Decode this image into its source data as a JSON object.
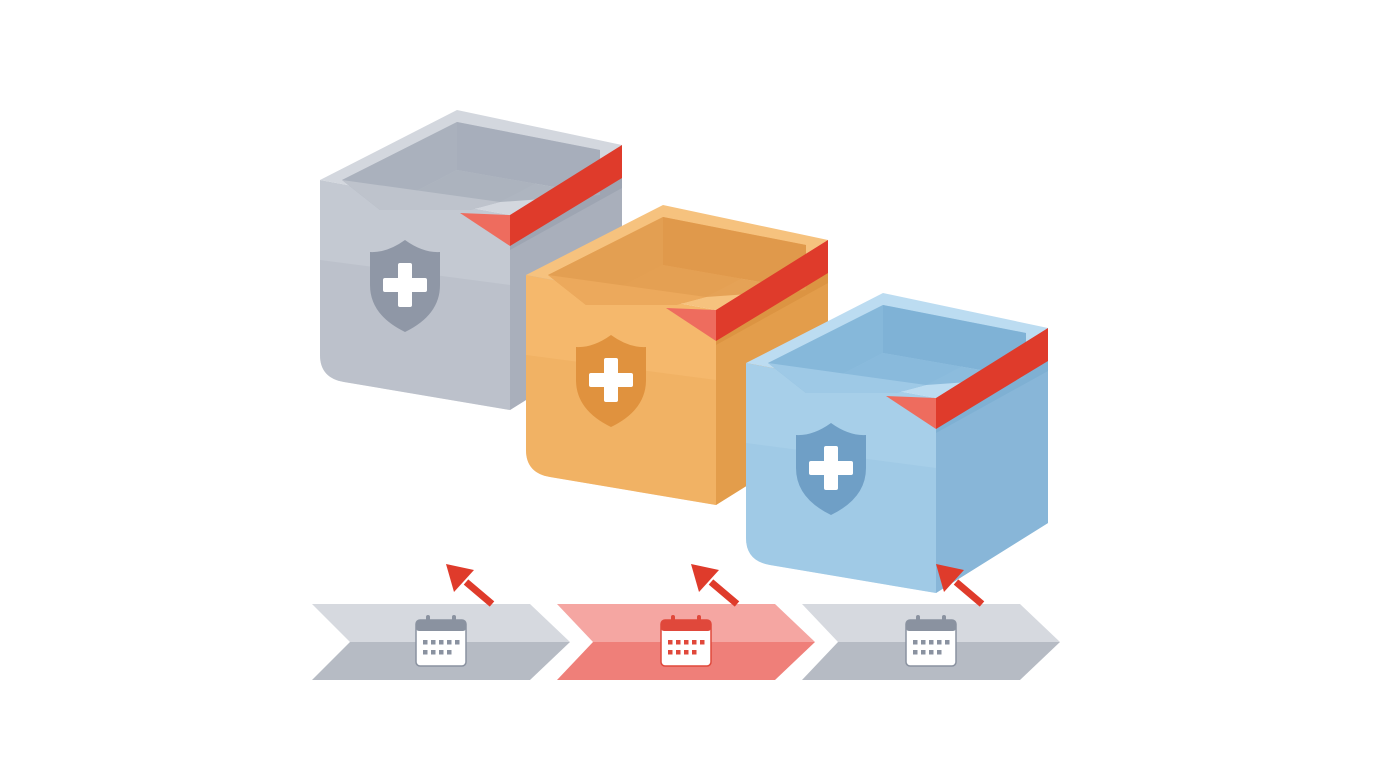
{
  "diagram": {
    "boxes": [
      {
        "id": "gray",
        "icon": "shield-plus-icon",
        "colors": {
          "front": "#c4c9d2",
          "front_shade": "#b3b9c3",
          "side": "#9ea5b2",
          "side_shade": "#b0b6c1",
          "rim": "#d3d7de",
          "inner_back": "#a7aebb",
          "inner_side": "#bec3cc",
          "inner_floor": "#aab1bd",
          "shield": "#8f97a6"
        }
      },
      {
        "id": "orange",
        "icon": "shield-plus-icon",
        "colors": {
          "front": "#f5b86c",
          "front_shade": "#eeac5c",
          "side": "#dc9442",
          "side_shade": "#e7a452",
          "rim": "#f6c27e",
          "inner_back": "#e0994b",
          "inner_side": "#eca95c",
          "inner_floor": "#e39f52",
          "shield": "#e0923e"
        }
      },
      {
        "id": "blue",
        "icon": "shield-plus-icon",
        "colors": {
          "front": "#a7cfe9",
          "front_shade": "#99c6e3",
          "side": "#7fb0d3",
          "side_shade": "#8dbbdc",
          "rim": "#bcdcf1",
          "inner_back": "#7fb2d6",
          "inner_side": "#9ec9e6",
          "inner_floor": "#86b8da",
          "shield": "#6f9fc6"
        }
      }
    ],
    "accent_red": "#df3b2b",
    "accent_red_light": "#ee6c5e",
    "timeline": {
      "segments": [
        {
          "id": "gray",
          "icon": "calendar-icon",
          "highlighted": false
        },
        {
          "id": "red",
          "icon": "calendar-icon",
          "highlighted": true
        },
        {
          "id": "gray",
          "icon": "calendar-icon",
          "highlighted": false
        }
      ],
      "colors": {
        "gray_top": "#d6d9df",
        "gray_bottom": "#b6bbc4",
        "red_top": "#f5a6a2",
        "red_bottom": "#ef7f79",
        "calendar_dots_gray": "#8a92a0",
        "calendar_dots_red": "#e0483b"
      }
    },
    "arrows": [
      {
        "icon": "arrow-up-left-icon"
      },
      {
        "icon": "arrow-up-left-icon"
      },
      {
        "icon": "arrow-up-left-icon"
      }
    ]
  }
}
